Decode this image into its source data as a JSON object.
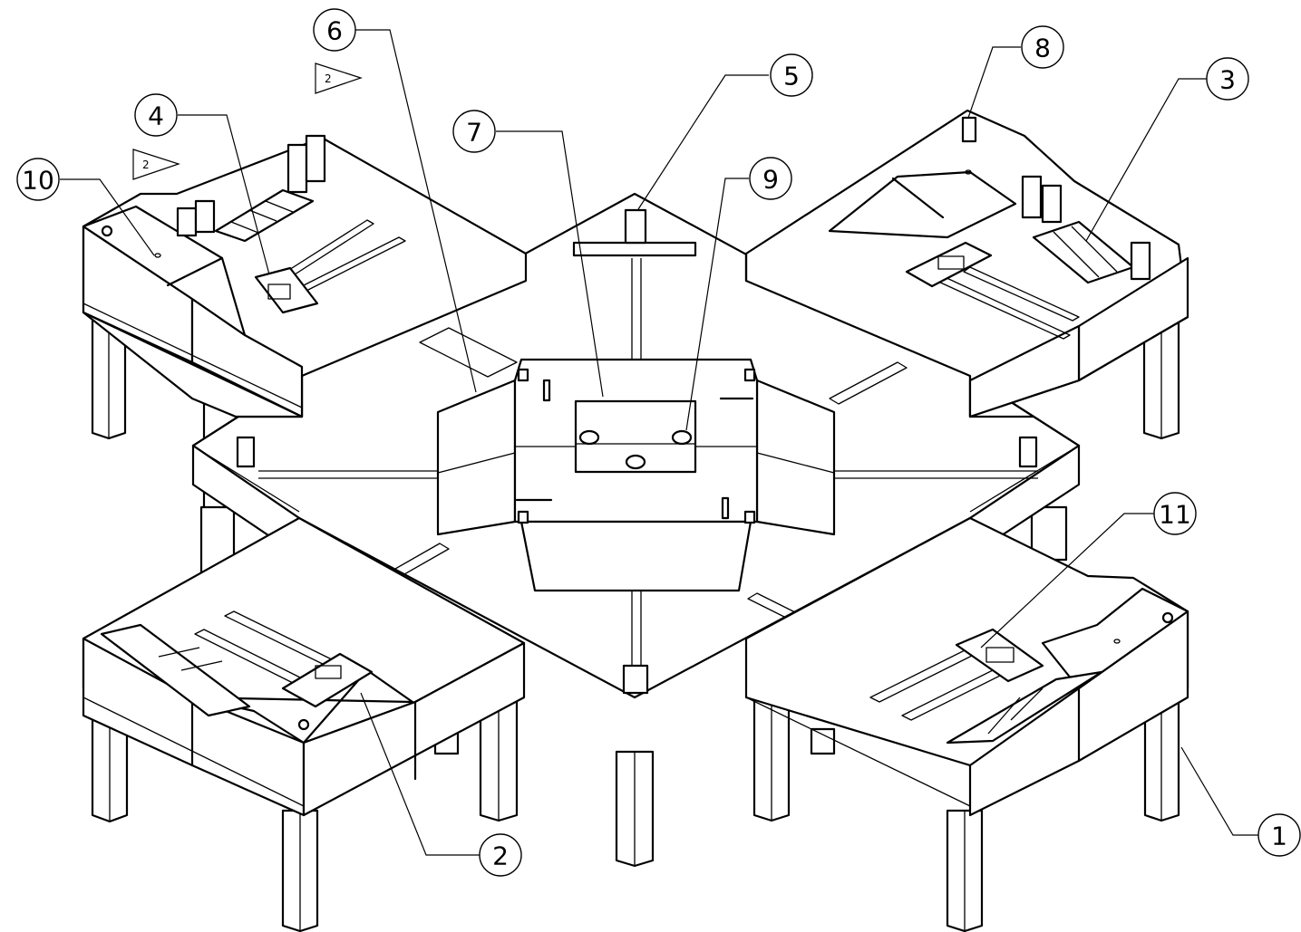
{
  "callouts": [
    {
      "id": "1",
      "label": "1"
    },
    {
      "id": "2",
      "label": "2"
    },
    {
      "id": "3",
      "label": "3"
    },
    {
      "id": "4",
      "label": "4"
    },
    {
      "id": "5",
      "label": "5"
    },
    {
      "id": "6",
      "label": "6"
    },
    {
      "id": "7",
      "label": "7"
    },
    {
      "id": "8",
      "label": "8"
    },
    {
      "id": "9",
      "label": "9"
    },
    {
      "id": "10",
      "label": "10"
    },
    {
      "id": "11",
      "label": "11"
    }
  ],
  "revision_flags": [
    {
      "id": "flag-a",
      "label": "2"
    },
    {
      "id": "flag-b",
      "label": "2"
    }
  ]
}
